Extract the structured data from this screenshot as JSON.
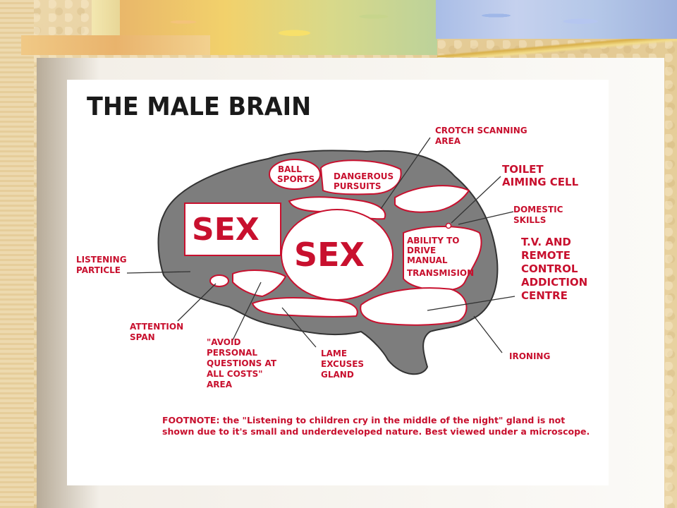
{
  "title": "THE MALE BRAIN",
  "regions": {
    "sex_box": "SEX",
    "sex_circle": "SEX",
    "ball_sports": [
      "BALL",
      "SPORTS"
    ],
    "dangerous_pursuits": [
      "DANGEROUS",
      "PURSUITS"
    ],
    "ability_to_drive": [
      "ABILITY TO",
      "DRIVE",
      "MANUAL",
      "TRANSMISION"
    ]
  },
  "callouts": {
    "crotch_scanning": [
      "CROTCH SCANNING",
      "AREA"
    ],
    "toilet_aiming": [
      "TOILET",
      "AIMING CELL"
    ],
    "domestic_skills": [
      "DOMESTIC",
      "SKILLS"
    ],
    "tv_remote": [
      "T.V. AND",
      "REMOTE",
      "CONTROL",
      "ADDICTION",
      "CENTRE"
    ],
    "ironing": [
      "IRONING"
    ],
    "listening_particle": [
      "LISTENING",
      "PARTICLE"
    ],
    "attention_span": [
      "ATTENTION",
      "SPAN"
    ],
    "avoid_personal": [
      "\"AVOID",
      "PERSONAL",
      "QUESTIONS AT",
      "ALL COSTS\"",
      "AREA"
    ],
    "lame_excuses": [
      "LAME",
      "EXCUSES",
      "GLAND"
    ]
  },
  "footnote": "FOOTNOTE: the \"Listening to children cry in the middle of the night\" gland is not shown due to it's small and underdeveloped nature.  Best viewed under a microscope.",
  "colors": {
    "brain_fill": "#7d7d7d",
    "outline_red": "#c8102e",
    "label_red": "#c8102e"
  }
}
